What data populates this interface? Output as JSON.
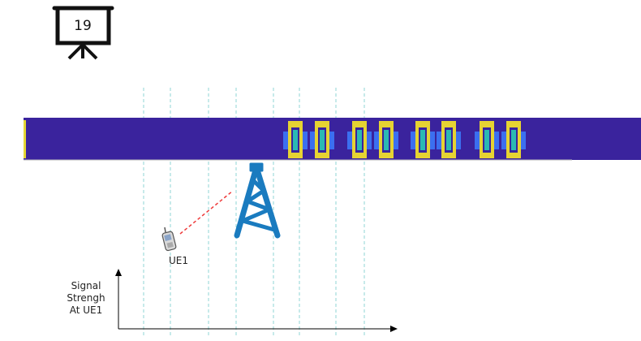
{
  "slide": {
    "number": "19",
    "icon": "presentation-board-icon"
  },
  "labels": {
    "ue": "UE1",
    "y_axis": [
      "Signal",
      "Strengh",
      "At UE1"
    ]
  },
  "colors": {
    "road": "#3a239d",
    "road_edge": "#e4d534",
    "vehicle_frame": "#e6d332",
    "vehicle_inner": "#2bb9b3",
    "vehicle_side": "#3b6ff0",
    "tower": "#1a7bbf",
    "link": "#ee3b3b",
    "guide": "#8fd6d6"
  },
  "icons": {
    "tower": "cell-tower-icon",
    "ue": "mobile-phone-icon"
  }
}
